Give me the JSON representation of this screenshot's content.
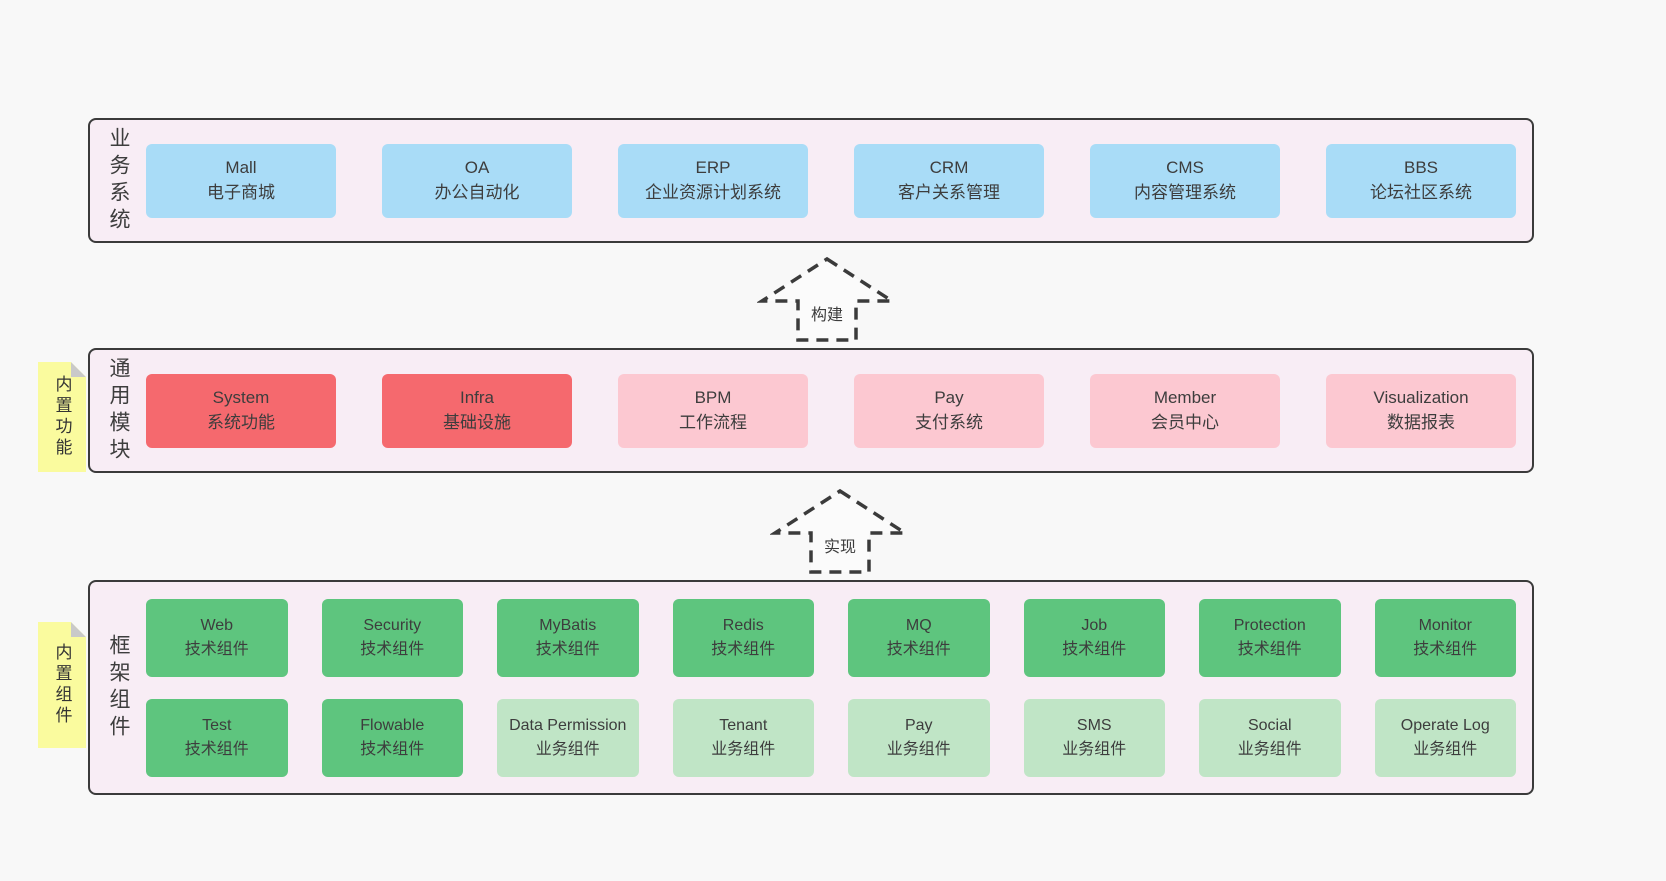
{
  "colors": {
    "blue": "#a9dcf7",
    "red": "#f5696e",
    "pink": "#fcc8d1",
    "green": "#5ec57e",
    "light_green": "#c0e5c6",
    "band_bg": "#f8edf5",
    "band_border": "#3b3b3b",
    "sticky_bg": "#fafb9e",
    "sticky_fold": "#c9c9c9",
    "page_bg": "#f8f8f8",
    "text": "#3d3d3d"
  },
  "arrows": [
    {
      "label": "构建"
    },
    {
      "label": "实现"
    }
  ],
  "bands": [
    {
      "label": "业务系统",
      "sticky": null,
      "rows": [
        [
          {
            "title": "Mall",
            "subtitle": "电子商城",
            "color": "blue"
          },
          {
            "title": "OA",
            "subtitle": "办公自动化",
            "color": "blue"
          },
          {
            "title": "ERP",
            "subtitle": "企业资源计划系统",
            "color": "blue"
          },
          {
            "title": "CRM",
            "subtitle": "客户关系管理",
            "color": "blue"
          },
          {
            "title": "CMS",
            "subtitle": "内容管理系统",
            "color": "blue"
          },
          {
            "title": "BBS",
            "subtitle": "论坛社区系统",
            "color": "blue"
          }
        ]
      ]
    },
    {
      "label": "通用模块",
      "sticky": "内置功能",
      "rows": [
        [
          {
            "title": "System",
            "subtitle": "系统功能",
            "color": "red"
          },
          {
            "title": "Infra",
            "subtitle": "基础设施",
            "color": "red"
          },
          {
            "title": "BPM",
            "subtitle": "工作流程",
            "color": "pink"
          },
          {
            "title": "Pay",
            "subtitle": "支付系统",
            "color": "pink"
          },
          {
            "title": "Member",
            "subtitle": "会员中心",
            "color": "pink"
          },
          {
            "title": "Visualization",
            "subtitle": "数据报表",
            "color": "pink"
          }
        ]
      ]
    },
    {
      "label": "框架组件",
      "sticky": "内置组件",
      "rows": [
        [
          {
            "title": "Web",
            "subtitle": "技术组件",
            "color": "green"
          },
          {
            "title": "Security",
            "subtitle": "技术组件",
            "color": "green"
          },
          {
            "title": "MyBatis",
            "subtitle": "技术组件",
            "color": "green"
          },
          {
            "title": "Redis",
            "subtitle": "技术组件",
            "color": "green"
          },
          {
            "title": "MQ",
            "subtitle": "技术组件",
            "color": "green"
          },
          {
            "title": "Job",
            "subtitle": "技术组件",
            "color": "green"
          },
          {
            "title": "Protection",
            "subtitle": "技术组件",
            "color": "green"
          },
          {
            "title": "Monitor",
            "subtitle": "技术组件",
            "color": "green"
          }
        ],
        [
          {
            "title": "Test",
            "subtitle": "技术组件",
            "color": "green"
          },
          {
            "title": "Flowable",
            "subtitle": "技术组件",
            "color": "green"
          },
          {
            "title": "Data Permission",
            "subtitle": "业务组件",
            "color": "light_green"
          },
          {
            "title": "Tenant",
            "subtitle": "业务组件",
            "color": "light_green"
          },
          {
            "title": "Pay",
            "subtitle": "业务组件",
            "color": "light_green"
          },
          {
            "title": "SMS",
            "subtitle": "业务组件",
            "color": "light_green"
          },
          {
            "title": "Social",
            "subtitle": "业务组件",
            "color": "light_green"
          },
          {
            "title": "Operate Log",
            "subtitle": "业务组件",
            "color": "light_green"
          }
        ]
      ]
    }
  ]
}
